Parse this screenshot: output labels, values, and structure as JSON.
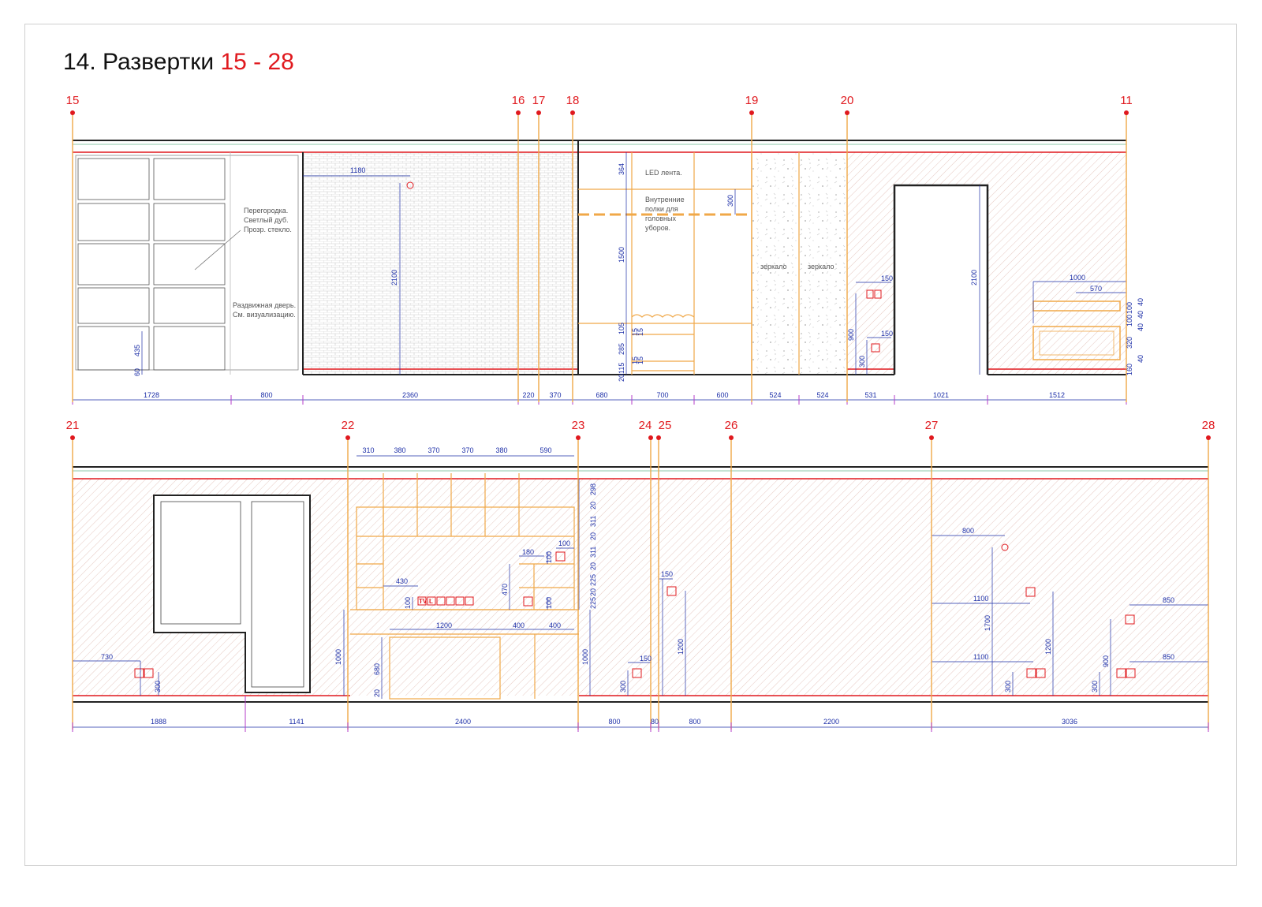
{
  "title": {
    "text": "14. Развертки",
    "range": "15 - 28"
  },
  "colors": {
    "axis": "#e0191e",
    "dimension": "#1d2fa8",
    "cabinet": "#f0a848",
    "wall_edge": "#222222"
  },
  "row1": {
    "axes": [
      "15",
      "16",
      "17",
      "18",
      "19",
      "20",
      "11"
    ],
    "bottom_dims": [
      "1728",
      "800",
      "2360",
      "220",
      "370",
      "680",
      "700",
      "600",
      "524",
      "524",
      "531",
      "1021",
      "1512"
    ],
    "dims": {
      "d1180": "1180",
      "d2100a": "2100",
      "d364": "364",
      "d300": "300",
      "d1500": "1500",
      "d105": "105",
      "d15a": "15",
      "d285": "285",
      "d15b": "15",
      "d115": "115",
      "d20": "20",
      "d15c": "15",
      "d15d": "15",
      "d435": "435",
      "d60": "60",
      "d150a": "150",
      "d150b": "150",
      "d900": "900",
      "d300b": "300",
      "d2100b": "2100",
      "d1000": "1000",
      "d570": "570",
      "s40a": "40",
      "s100a": "100",
      "s40b": "40",
      "s100b": "100",
      "s40c": "40",
      "s320": "320",
      "s40d": "40",
      "s160": "160"
    },
    "notes": {
      "partition": [
        "Перегородка.",
        "Светлый дуб.",
        "Прозр. стекло."
      ],
      "door": [
        "Раздвижная дверь.",
        "См. визуализацию."
      ],
      "led": "LED лента.",
      "shelves": [
        "Внутренние",
        "полки для",
        "головных",
        "уборов."
      ],
      "mirror1": "зеркало",
      "mirror2": "зеркало"
    }
  },
  "row2": {
    "axes": [
      "21",
      "22",
      "23",
      "24",
      "25",
      "26",
      "27",
      "28"
    ],
    "bottom_dims": [
      "1888",
      "1141",
      "2400",
      "800",
      "80",
      "800",
      "2200",
      "3036"
    ],
    "top_dims": [
      "310",
      "380",
      "370",
      "370",
      "380",
      "590"
    ],
    "side_dims": [
      "298",
      "20",
      "311",
      "20",
      "311",
      "20",
      "225",
      "20",
      "225"
    ],
    "dims": {
      "d730": "730",
      "d300a": "300",
      "d1000a": "1000",
      "d430": "430",
      "d100a": "100",
      "d470": "470",
      "d180": "180",
      "d100b": "100",
      "d100c": "100",
      "d100d": "100",
      "d1200": "1200",
      "d400a": "400",
      "d400b": "400",
      "d680": "680",
      "d20": "20",
      "d1000b": "1000",
      "d150a": "150",
      "d300b": "300",
      "d150b": "150",
      "d1200b": "1200",
      "d800": "800",
      "d1100a": "1100",
      "d1700": "1700",
      "d1200c": "1200",
      "d1100b": "1100",
      "d300c": "300",
      "d850a": "850",
      "d900": "900",
      "d850b": "850",
      "d300d": "300"
    },
    "tv_label": "TV",
    "l_label": "L"
  }
}
